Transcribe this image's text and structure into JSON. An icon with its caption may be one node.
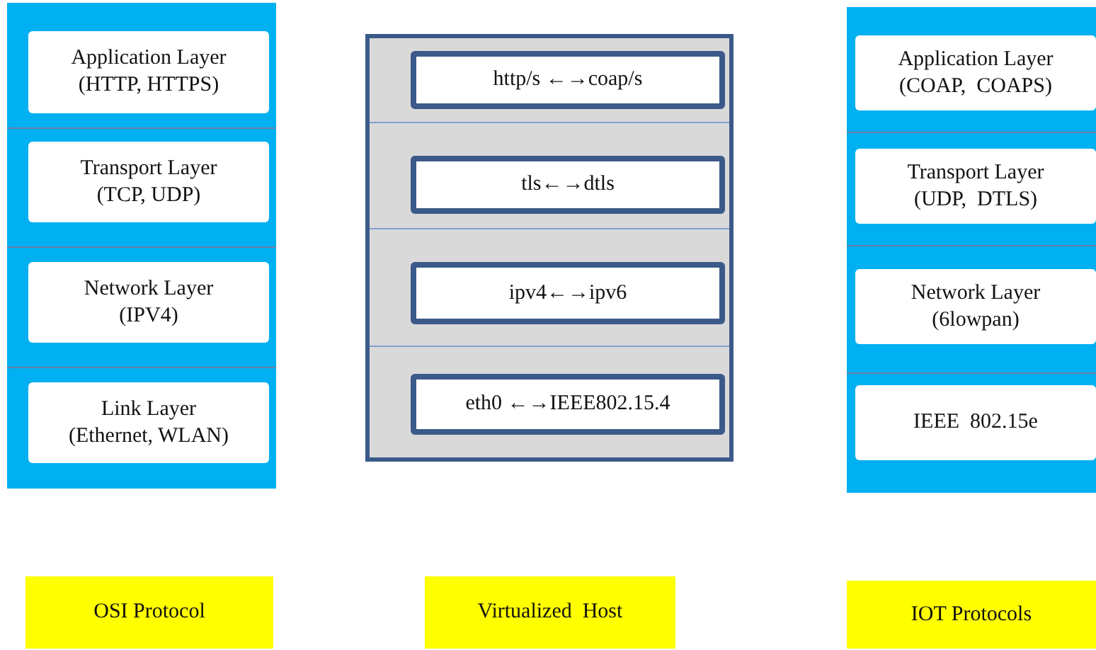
{
  "diagram": {
    "nodes": [
      {
        "text": [],
        "shape": "box"
      },
      {
        "text": [
          "Application Layer",
          "(HTTP, HTTPS)"
        ],
        "in": 0
      },
      {
        "text": [
          "Transport Layer",
          "(TCP, UDP)"
        ],
        "in": 0
      },
      {
        "text": [
          "Network Layer",
          "(IPV4)"
        ],
        "in": 0
      },
      {
        "text": [
          "Link Layer",
          "(Ethernet, WLAN)"
        ],
        "in": 0
      },
      {
        "text": [],
        "shape": "box"
      },
      {
        "text": [
          "http/s ←→coap/s"
        ],
        "in": 5
      },
      {
        "text": [
          "tls←→dtls"
        ],
        "in": 5
      },
      {
        "text": [
          "ipv4←→ipv6"
        ],
        "in": 5
      },
      {
        "text": [
          "eth0 ←→IEEE802.15.4"
        ],
        "in": 5
      },
      {
        "text": [],
        "shape": "box"
      },
      {
        "text": [
          "Application Layer",
          "(COAP,  COAPS)"
        ],
        "in": 10
      },
      {
        "text": [
          "Transport Layer",
          "(UDP,  DTLS)"
        ],
        "in": 10
      },
      {
        "text": [
          "Network Layer",
          "(6lowpan)"
        ],
        "in": 10
      },
      {
        "text": [
          "IEEE  802.15e"
        ],
        "in": 10
      },
      {
        "text": [
          "OSI Protocol"
        ]
      },
      {
        "text": [
          "Virtualized  Host"
        ]
      },
      {
        "text": [
          "IOT Protocols"
        ]
      }
    ]
  }
}
